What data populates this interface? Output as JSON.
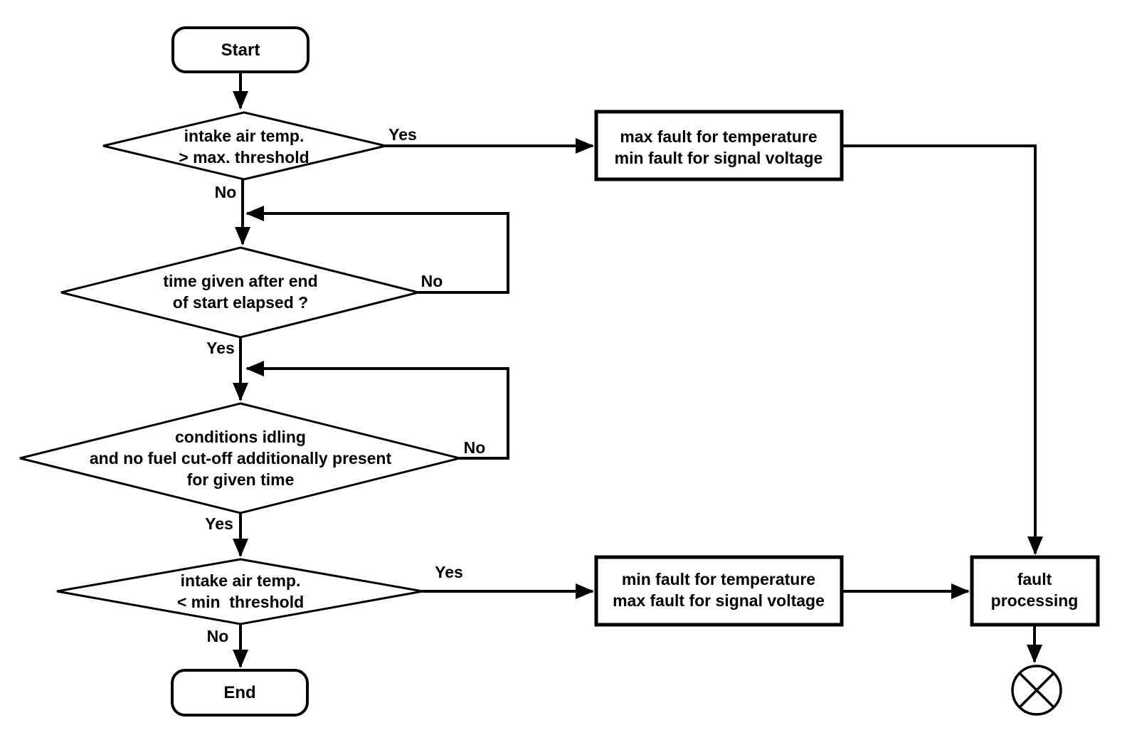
{
  "diagram": {
    "type": "flowchart",
    "colors": {
      "stroke": "#000000",
      "background": "#ffffff"
    },
    "nodes": {
      "start": {
        "shape": "rounded-rect",
        "label": "Start"
      },
      "d1": {
        "shape": "diamond",
        "lines": [
          "intake air temp.",
          "> max. threshold"
        ]
      },
      "box1": {
        "shape": "rect",
        "lines": [
          "max fault for temperature",
          "min fault for signal voltage"
        ]
      },
      "d2": {
        "shape": "diamond",
        "lines": [
          "time given after end",
          "of start elapsed ?"
        ]
      },
      "d3": {
        "shape": "diamond",
        "lines": [
          "conditions idling",
          "and no fuel cut-off additionally present",
          "for given time"
        ]
      },
      "d4": {
        "shape": "diamond",
        "lines": [
          "intake air temp.",
          "< min  threshold"
        ]
      },
      "box2": {
        "shape": "rect",
        "lines": [
          "min fault for temperature",
          "max fault for signal voltage"
        ]
      },
      "fault": {
        "shape": "rect",
        "lines": [
          "fault",
          "processing"
        ]
      },
      "end": {
        "shape": "rounded-rect",
        "label": "End"
      },
      "terminator": {
        "shape": "circle-x",
        "label": ""
      }
    },
    "edge_labels": {
      "d1_yes": "Yes",
      "d1_no": "No",
      "d2_no": "No",
      "d2_yes": "Yes",
      "d3_no": "No",
      "d3_yes": "Yes",
      "d4_yes": "Yes",
      "d4_no": "No"
    }
  }
}
